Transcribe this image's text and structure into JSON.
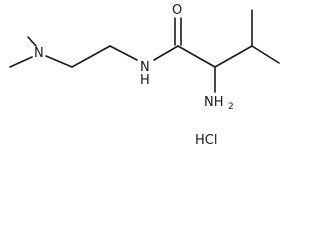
{
  "molecule": {
    "atoms": {
      "dimethylamino_n": "N",
      "amide_n": "N",
      "amide_h": "H",
      "carbonyl_o": "O",
      "amino": "NH",
      "amino_subscript": "2"
    },
    "salt": "HCl"
  },
  "colors": {
    "ink": "#1a1a1a",
    "background": "#ffffff"
  }
}
